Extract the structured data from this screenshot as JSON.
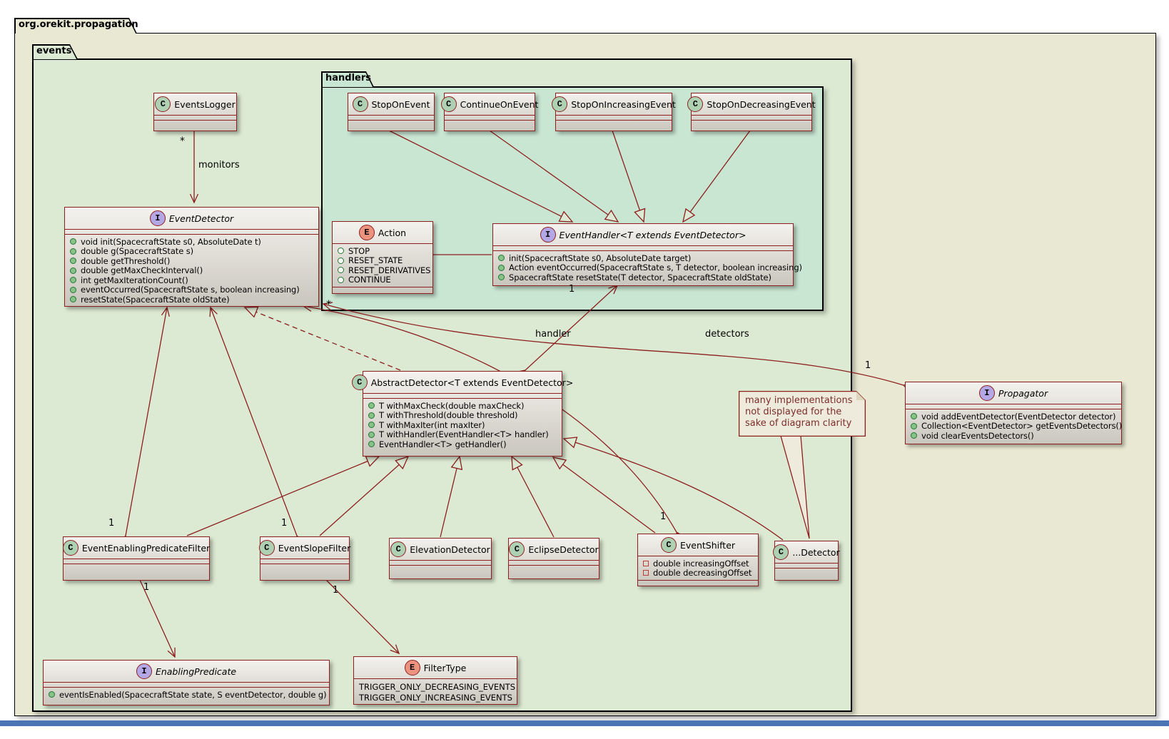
{
  "packages": {
    "outer": "org.orekit.propagation",
    "events": "events",
    "handlers": "handlers"
  },
  "classes": {
    "events_logger": {
      "badge": "C",
      "name": "EventsLogger"
    },
    "stop_on_event": {
      "badge": "C",
      "name": "StopOnEvent"
    },
    "continue_on_event": {
      "badge": "C",
      "name": "ContinueOnEvent"
    },
    "stop_on_increasing_event": {
      "badge": "C",
      "name": "StopOnIncreasingEvent"
    },
    "stop_on_decreasing_event": {
      "badge": "C",
      "name": "StopOnDecreasingEvent"
    },
    "event_detector": {
      "badge": "I",
      "name": "EventDetector",
      "methods": [
        "void init(SpacecraftState s0, AbsoluteDate t)",
        "double g(SpacecraftState s)",
        "double getThreshold()",
        "double getMaxCheckInterval()",
        "int getMaxIterationCount()",
        "eventOccurred(SpacecraftState s, boolean increasing)",
        "resetState(SpacecraftState oldState)"
      ]
    },
    "action": {
      "badge": "E",
      "name": "Action",
      "constants": [
        "STOP",
        "RESET_STATE",
        "RESET_DERIVATIVES",
        "CONTINUE"
      ]
    },
    "event_handler": {
      "badge": "I",
      "name": "EventHandler<T extends EventDetector>",
      "methods": [
        "init(SpacecraftState s0, AbsoluteDate target)",
        "Action eventOccurred(SpacecraftState s, T detector, boolean increasing)",
        "SpacecraftState resetState(T detector, SpacecraftState oldState)"
      ]
    },
    "abstract_detector": {
      "badge": "C",
      "name": "AbstractDetector<T extends EventDetector>",
      "methods": [
        "T withMaxCheck(double maxCheck)",
        "T withThreshold(double threshold)",
        "T withMaxIter(int maxIter)",
        "T withHandler(EventHandler<T> handler)",
        "EventHandler<T> getHandler()"
      ]
    },
    "propagator": {
      "badge": "I",
      "name": "Propagator",
      "methods": [
        "void addEventDetector(EventDetector detector)",
        "Collection<EventDetector> getEventsDetectors()",
        "void clearEventsDetectors()"
      ]
    },
    "event_enabling_predicate_filter": {
      "badge": "C",
      "name": "EventEnablingPredicateFilter"
    },
    "event_slope_filter": {
      "badge": "C",
      "name": "EventSlopeFilter"
    },
    "elevation_detector": {
      "badge": "C",
      "name": "ElevationDetector"
    },
    "eclipse_detector": {
      "badge": "C",
      "name": "EclipseDetector"
    },
    "event_shifter": {
      "badge": "C",
      "name": "EventShifter",
      "fields": [
        "double increasingOffset",
        "double decreasingOffset"
      ]
    },
    "dots_detector": {
      "badge": "C",
      "name": "...Detector"
    },
    "enabling_predicate": {
      "badge": "I",
      "name": "EnablingPredicate",
      "methods": [
        "eventIsEnabled(SpacecraftState state, S eventDetector, double g)"
      ]
    },
    "filter_type": {
      "badge": "E",
      "name": "FilterType",
      "constants": [
        "TRIGGER_ONLY_DECREASING_EVENTS",
        "TRIGGER_ONLY_INCREASING_EVENTS"
      ]
    }
  },
  "note": {
    "line1": "many implementations",
    "line2": "not displayed for the",
    "line3": "sake of diagram clarity"
  },
  "edge_labels": {
    "monitors": "monitors",
    "handler": "handler",
    "detectors": "detectors"
  },
  "mult": {
    "one": "1",
    "many": "*"
  },
  "colors": {
    "outer_package_bg": "#e9e9d3",
    "events_package_bg": "#dcead3",
    "handlers_package_bg": "#c9e6d2",
    "relation": "#8d1f1f",
    "class_badge": "#add1b2",
    "interface_badge": "#b4a7e5",
    "enum_badge": "#eb937f",
    "note_bg": "#efebdc",
    "note_text": "#7c2d2d",
    "bottom_bar": "#4a74b4"
  }
}
